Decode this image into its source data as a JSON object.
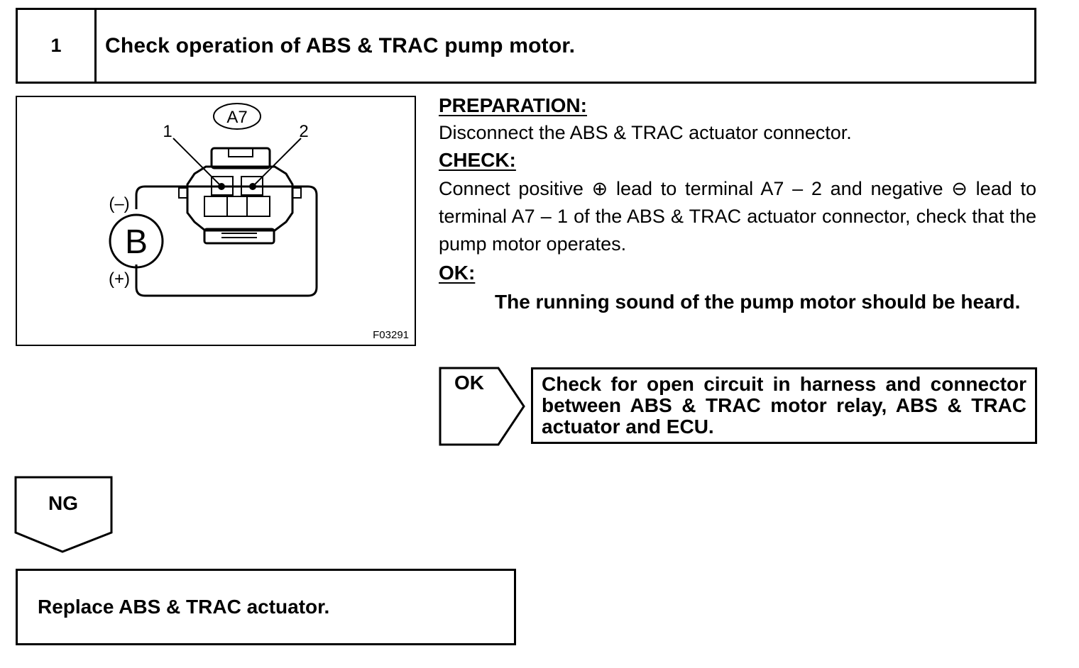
{
  "step": {
    "number": "1",
    "title": "Check operation of ABS & TRAC pump motor."
  },
  "diagram": {
    "connector_label": "A7",
    "terminal_1": "1",
    "terminal_2": "2",
    "battery_label": "B",
    "negative_label": "(–)",
    "positive_label": "(+)",
    "figure_code": "F03291"
  },
  "preparation": {
    "heading": "PREPARATION:",
    "text": "Disconnect the ABS & TRAC actuator connector."
  },
  "check": {
    "heading": "CHECK:",
    "text": "Connect positive ⊕ lead to terminal A7 – 2 and negative ⊖ lead to terminal A7 – 1 of the ABS & TRAC actuator connector, check that the pump motor operates."
  },
  "ok": {
    "heading": "OK:",
    "text": "The running sound of the pump motor should be heard."
  },
  "ok_branch": {
    "label": "OK",
    "result": "Check for open circuit in harness and connector between ABS & TRAC motor relay, ABS & TRAC actuator and ECU."
  },
  "ng_branch": {
    "label": "NG",
    "result": "Replace ABS & TRAC actuator."
  }
}
